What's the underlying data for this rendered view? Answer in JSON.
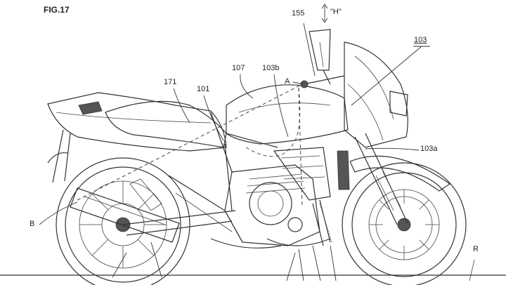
{
  "figure": {
    "title": "FIG.17",
    "labels": {
      "l155": "155",
      "lH": "\"H\"",
      "l103": "103",
      "l107": "107",
      "l103b": "103b",
      "l171": "171",
      "l101": "101",
      "lA": "A",
      "l103a": "103a",
      "lB": "B",
      "lR": "R"
    }
  }
}
